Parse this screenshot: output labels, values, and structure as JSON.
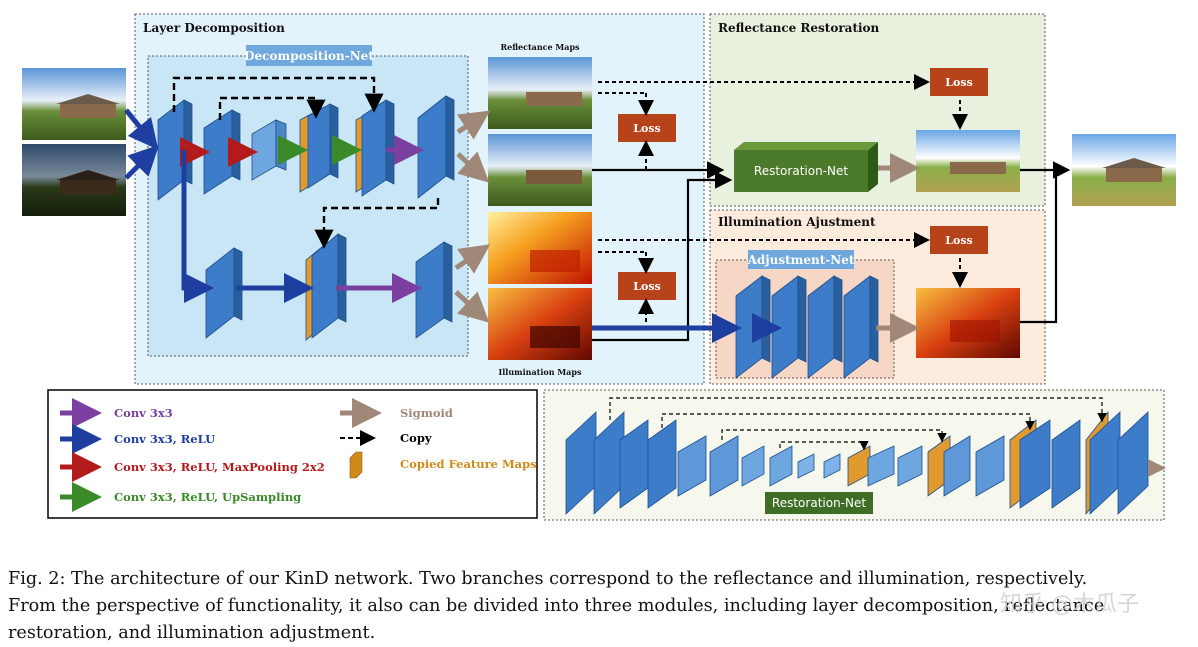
{
  "figure": {
    "layer_decomposition": "Layer Decomposition",
    "decomposition_net": "Decomposition-Net",
    "reflectance_maps": "Reflectance Maps",
    "illumination_maps": "Illumination Maps",
    "reflectance_restoration": "Reflectance Restoration",
    "restoration_net": "Restoration-Net",
    "illumination_adjustment": "Illumination Ajustment",
    "adjustment_net": "Adjustment-Net",
    "loss": "Loss",
    "restoration_net_detail": "Restoration-Net"
  },
  "legend": {
    "items": [
      {
        "label": "Conv 3x3",
        "color": "#7b3fa0"
      },
      {
        "label": "Conv 3x3, ReLU",
        "color": "#1f3fa0"
      },
      {
        "label": "Conv 3x3, ReLU, MaxPooling 2x2",
        "color": "#b31b1b"
      },
      {
        "label": "Conv 3x3, ReLU, UpSampling",
        "color": "#3a8a2a"
      },
      {
        "label": "Sigmoid",
        "color": "#a08878"
      },
      {
        "label": "Copy",
        "color": "#000000"
      },
      {
        "label": "Copied Feature Maps",
        "color": "#d08a1a"
      }
    ]
  },
  "caption": {
    "line1": "Fig. 2: The architecture of our KinD network. Two branches correspond to the reflectance and illumination, respectively.",
    "line2": "From the perspective of functionality, it also can be divided into three modules, including layer decomposition, reflectance",
    "line3": "restoration, and illumination adjustment."
  },
  "watermark": "知乎 @木瓜子"
}
